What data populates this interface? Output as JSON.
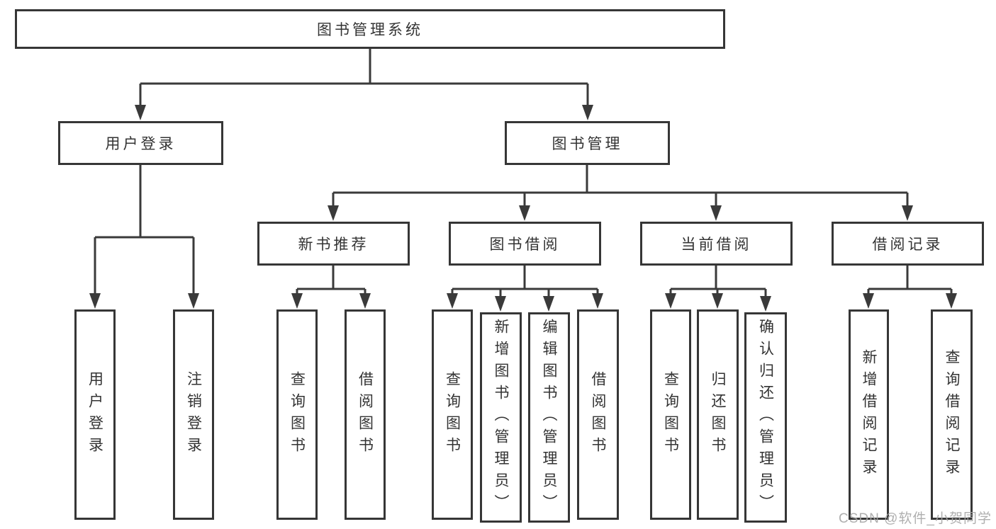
{
  "diagram": {
    "title": "图书管理系统",
    "type": "hierarchy-tree",
    "hierarchy": {
      "图书管理系统": {
        "用户登录": [
          "用户登录",
          "注销登录"
        ],
        "图书管理": {
          "新书推荐": [
            "查询图书",
            "借阅图书"
          ],
          "图书借阅": [
            "查询图书",
            "新增图书（管理员）",
            "编辑图书（管理员）",
            "借阅图书"
          ],
          "当前借阅": [
            "查询图书",
            "归还图书",
            "确认归还（管理员）"
          ],
          "借阅记录": [
            "新增借阅记录",
            "查询借阅记录"
          ]
        }
      }
    }
  },
  "nodes": {
    "root": "图书管理系统",
    "user_login_branch": "用户登录",
    "book_mgmt_branch": "图书管理",
    "new_book_rec": "新书推荐",
    "book_borrow": "图书借阅",
    "current_borrow": "当前借阅",
    "borrow_records": "借阅记录",
    "leaf_user_login": "用户登录",
    "leaf_logout": "注销登录",
    "leaf_nbr_query": "查询图书",
    "leaf_nbr_borrow": "借阅图书",
    "leaf_bb_query": "查询图书",
    "leaf_bb_add": "新增图书（管理员）",
    "leaf_bb_edit": "编辑图书（管理员）",
    "leaf_bb_borrow": "借阅图书",
    "leaf_cb_query": "查询图书",
    "leaf_cb_return": "归还图书",
    "leaf_cb_confirm": "确认归还（管理员）",
    "leaf_br_add": "新增借阅记录",
    "leaf_br_query": "查询借阅记录"
  },
  "watermark": "CSDN @软件_小贺同学",
  "colors": {
    "background": "#ffffff",
    "box_fill": "#ffffff",
    "box_border": "#363636",
    "line": "#3a3a3a",
    "text": "#333333",
    "watermark": "#a7a7a7"
  }
}
